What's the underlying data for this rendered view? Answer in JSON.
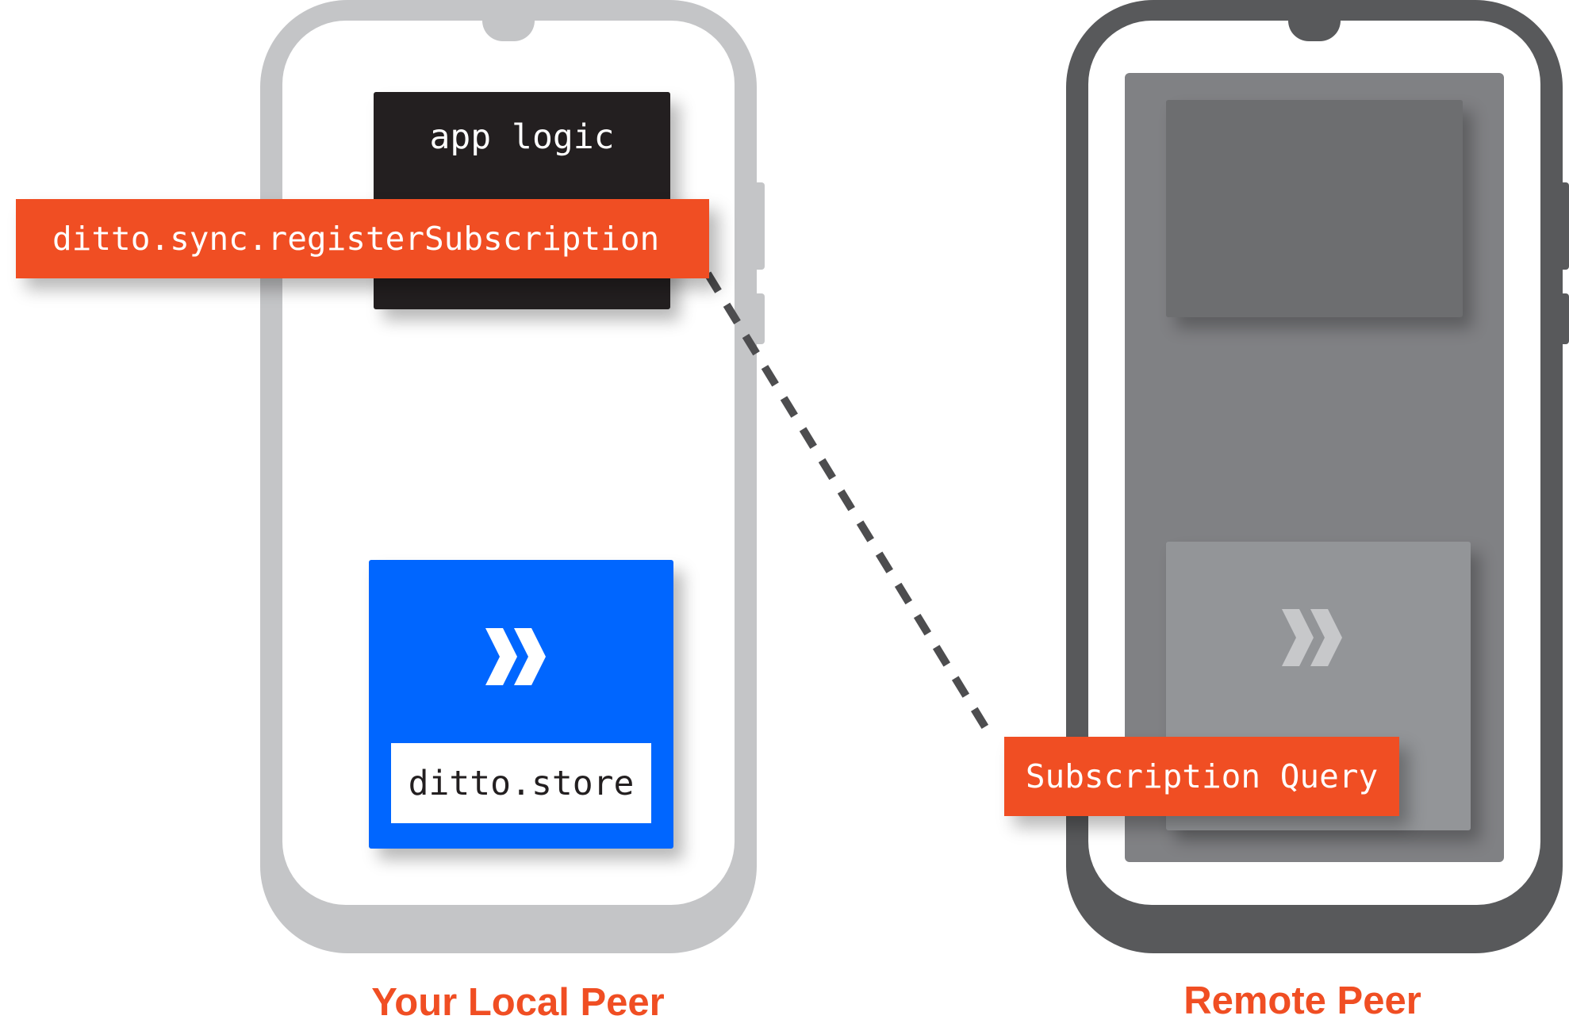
{
  "local_peer": {
    "caption": "Your Local Peer",
    "app_logic_label": "app logic",
    "register_call_label": "ditto.sync.registerSubscription",
    "store_label": "ditto.store",
    "store_icon": "ditto-chevrons-icon"
  },
  "remote_peer": {
    "caption": "Remote Peer",
    "subscription_query_label": "Subscription Query",
    "store_icon": "ditto-chevrons-icon"
  },
  "colors": {
    "accent_orange": "#f04e23",
    "store_blue": "#0066ff",
    "app_logic_dark": "#231f20",
    "local_phone_frame": "#c4c5c7",
    "remote_phone_frame": "#58595b"
  }
}
